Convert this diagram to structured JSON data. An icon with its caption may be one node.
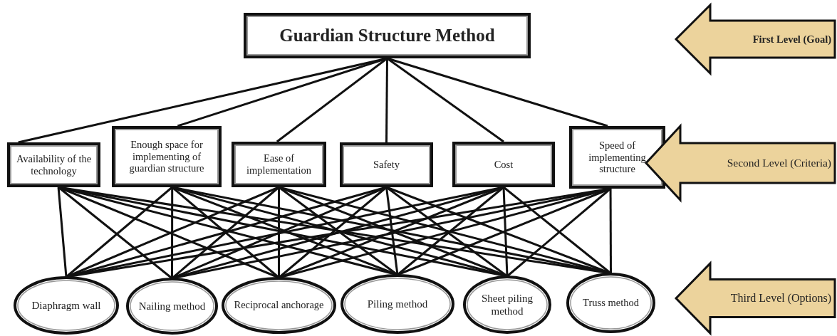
{
  "diagram": {
    "nodes": [
      {
        "text": [
          "Guardian Structure Method"
        ]
      },
      {
        "text": [
          "Availability of the technology"
        ]
      },
      {
        "text": [
          "Enough space for implementing of guardian structure"
        ]
      },
      {
        "text": [
          "Ease of implementation"
        ]
      },
      {
        "text": [
          "Safety"
        ]
      },
      {
        "text": [
          "Cost"
        ]
      },
      {
        "text": [
          "Speed of implementing structure"
        ]
      },
      {
        "text": [
          "Diaphragm wall"
        ]
      },
      {
        "text": [
          "Nailing method"
        ]
      },
      {
        "text": [
          "Reciprocal anchorage"
        ]
      },
      {
        "text": [
          "Piling method"
        ]
      },
      {
        "text": [
          "Sheet piling method"
        ]
      },
      {
        "text": [
          "Truss method"
        ]
      },
      {
        "text": [
          "First Level (Goal)"
        ]
      },
      {
        "text": [
          "Second Level (Criteria)"
        ]
      },
      {
        "text": [
          "Third Level (Options)"
        ]
      }
    ],
    "edges": [
      {
        "from": 0,
        "to": 1,
        "arrow": "none"
      },
      {
        "from": 0,
        "to": 2,
        "arrow": "none"
      },
      {
        "from": 0,
        "to": 3,
        "arrow": "none"
      },
      {
        "from": 0,
        "to": 4,
        "arrow": "none"
      },
      {
        "from": 0,
        "to": 5,
        "arrow": "none"
      },
      {
        "from": 0,
        "to": 6,
        "arrow": "none"
      },
      {
        "from": 1,
        "to": 7,
        "arrow": "none"
      },
      {
        "from": 1,
        "to": 8,
        "arrow": "none"
      },
      {
        "from": 1,
        "to": 9,
        "arrow": "none"
      },
      {
        "from": 1,
        "to": 10,
        "arrow": "none"
      },
      {
        "from": 1,
        "to": 11,
        "arrow": "none"
      },
      {
        "from": 1,
        "to": 12,
        "arrow": "none"
      },
      {
        "from": 2,
        "to": 7,
        "arrow": "none"
      },
      {
        "from": 2,
        "to": 8,
        "arrow": "none"
      },
      {
        "from": 2,
        "to": 9,
        "arrow": "none"
      },
      {
        "from": 2,
        "to": 10,
        "arrow": "none"
      },
      {
        "from": 2,
        "to": 11,
        "arrow": "none"
      },
      {
        "from": 2,
        "to": 12,
        "arrow": "none"
      },
      {
        "from": 3,
        "to": 7,
        "arrow": "none"
      },
      {
        "from": 3,
        "to": 8,
        "arrow": "none"
      },
      {
        "from": 3,
        "to": 9,
        "arrow": "none"
      },
      {
        "from": 3,
        "to": 10,
        "arrow": "none"
      },
      {
        "from": 3,
        "to": 11,
        "arrow": "none"
      },
      {
        "from": 3,
        "to": 12,
        "arrow": "none"
      },
      {
        "from": 4,
        "to": 7,
        "arrow": "none"
      },
      {
        "from": 4,
        "to": 8,
        "arrow": "none"
      },
      {
        "from": 4,
        "to": 9,
        "arrow": "none"
      },
      {
        "from": 4,
        "to": 10,
        "arrow": "none"
      },
      {
        "from": 4,
        "to": 11,
        "arrow": "none"
      },
      {
        "from": 4,
        "to": 12,
        "arrow": "none"
      },
      {
        "from": 5,
        "to": 7,
        "arrow": "none"
      },
      {
        "from": 5,
        "to": 8,
        "arrow": "none"
      },
      {
        "from": 5,
        "to": 9,
        "arrow": "none"
      },
      {
        "from": 5,
        "to": 10,
        "arrow": "none"
      },
      {
        "from": 5,
        "to": 11,
        "arrow": "none"
      },
      {
        "from": 5,
        "to": 12,
        "arrow": "none"
      },
      {
        "from": 6,
        "to": 7,
        "arrow": "none"
      },
      {
        "from": 6,
        "to": 8,
        "arrow": "none"
      },
      {
        "from": 6,
        "to": 9,
        "arrow": "none"
      },
      {
        "from": 6,
        "to": 10,
        "arrow": "none"
      },
      {
        "from": 6,
        "to": 11,
        "arrow": "none"
      },
      {
        "from": 6,
        "to": 12,
        "arrow": "none"
      }
    ]
  }
}
